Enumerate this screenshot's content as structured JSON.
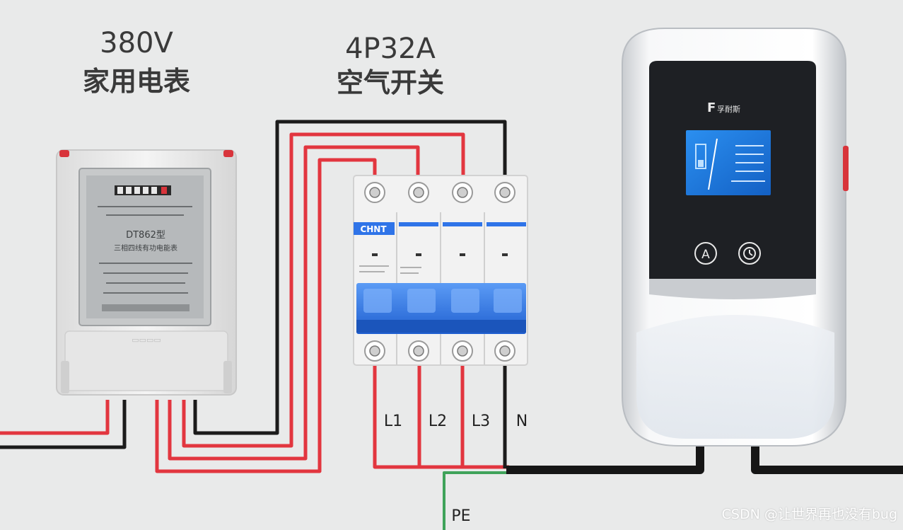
{
  "meter": {
    "voltage": "380V",
    "name": "家用电表",
    "model": "DT862型",
    "nameplate": "三相四线有功电能表"
  },
  "breaker": {
    "rating": "4P32A",
    "name": "空气开关",
    "brand": "CHNT"
  },
  "charger": {
    "brand": "孚耐斯",
    "button_left": "A",
    "button_right": "clock-icon"
  },
  "wires": {
    "L1": "L1",
    "L2": "L2",
    "L3": "L3",
    "N": "N",
    "PE": "PE"
  },
  "colors": {
    "live": "#e2363f",
    "neutral": "#1b1b1b",
    "earth": "#3fa35a",
    "breaker_blue": "#2f74e8",
    "screen_blue": "#1d7be0"
  },
  "watermark": "CSDN @让世界再也没有bug"
}
